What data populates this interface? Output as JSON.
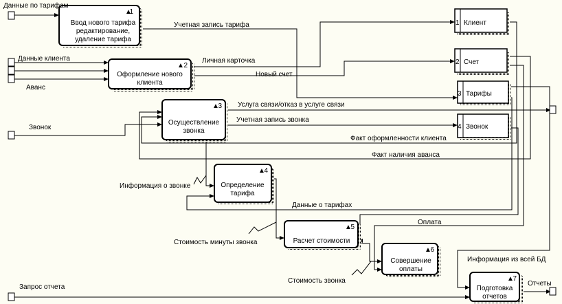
{
  "processes": [
    {
      "id": "p1",
      "num": "1",
      "lines": [
        "Ввод нового тарифа",
        "редактирование,",
        "удаление тарифа"
      ]
    },
    {
      "id": "p2",
      "num": "2",
      "lines": [
        "Оформление нового",
        "клиента"
      ]
    },
    {
      "id": "p3",
      "num": "3",
      "lines": [
        "Осуществление",
        "звонка"
      ]
    },
    {
      "id": "p4",
      "num": "4",
      "lines": [
        "Определение",
        "тарифа"
      ]
    },
    {
      "id": "p5",
      "num": "5",
      "lines": [
        "Расчет стоимости"
      ]
    },
    {
      "id": "p6",
      "num": "6",
      "lines": [
        "Совершение",
        "оплаты"
      ]
    },
    {
      "id": "p7",
      "num": "7",
      "lines": [
        "Подготовка",
        "отчетов"
      ]
    }
  ],
  "stores": [
    {
      "id": "s1",
      "num": "1",
      "label": "Клиент"
    },
    {
      "id": "s2",
      "num": "2",
      "label": "Счет"
    },
    {
      "id": "s3",
      "num": "3",
      "label": "Тарифы"
    },
    {
      "id": "s4",
      "num": "4",
      "label": "Звонок"
    }
  ],
  "flows": {
    "tariff_data": "Данные по тарифам",
    "client_data": "Данные клиента",
    "advance": "Аванс",
    "call": "Звонок",
    "report_request": "Запрос отчета",
    "tariff_record": "Учетная запись тарифа",
    "personal_card": "Личная карточка",
    "new_bill": "Новый счет",
    "service": "Услуга связи/отказ в услуге связи",
    "call_record": "Учетная запись звонка",
    "client_fact": "Факт оформленности клиента",
    "advance_fact": "Факт наличия аванса",
    "call_info": "Информация о звонке",
    "tariffs_data": "Данные о тарифах",
    "payment": "Оплата",
    "minute_cost": "Стоимость минуты звонка",
    "call_cost": "Стоимость звонка",
    "all_db_info": "Информация из всей БД",
    "reports": "Отчеты"
  }
}
